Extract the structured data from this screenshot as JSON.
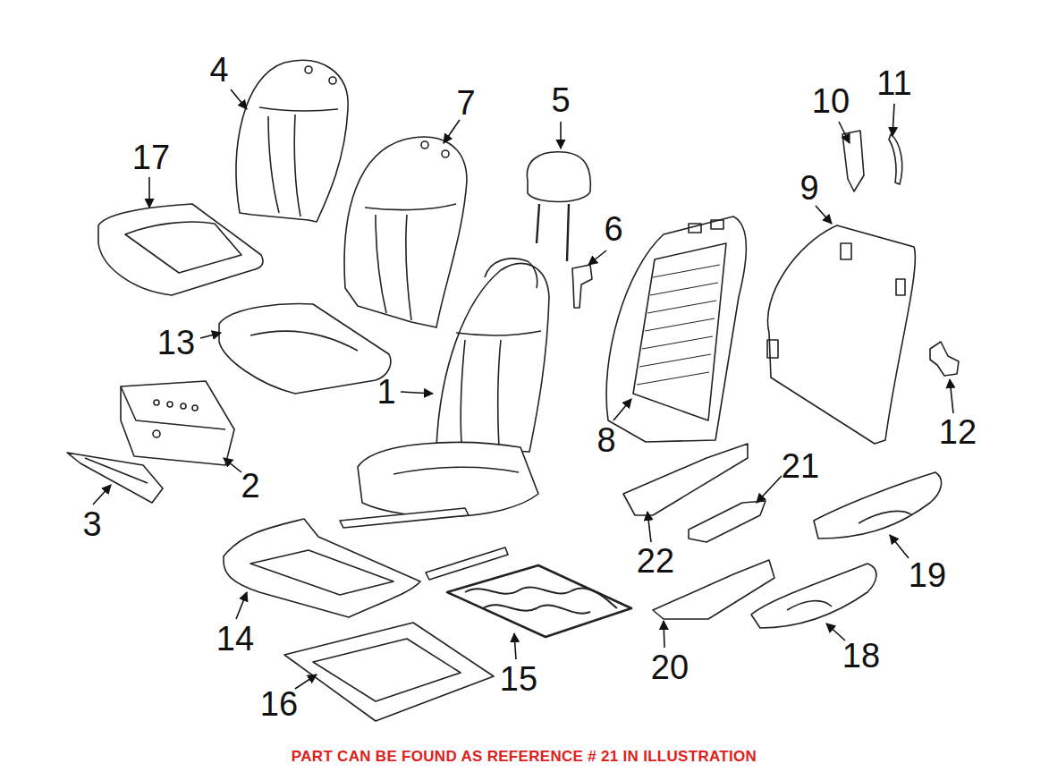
{
  "diagram": {
    "caption": "PART CAN BE FOUND AS REFERENCE # 21 IN ILLUSTRATION",
    "labels": [
      "4",
      "7",
      "5",
      "10",
      "11",
      "17",
      "6",
      "9",
      "13",
      "1",
      "8",
      "12",
      "2",
      "21",
      "3",
      "22",
      "19",
      "14",
      "20",
      "18",
      "15",
      "16"
    ]
  }
}
